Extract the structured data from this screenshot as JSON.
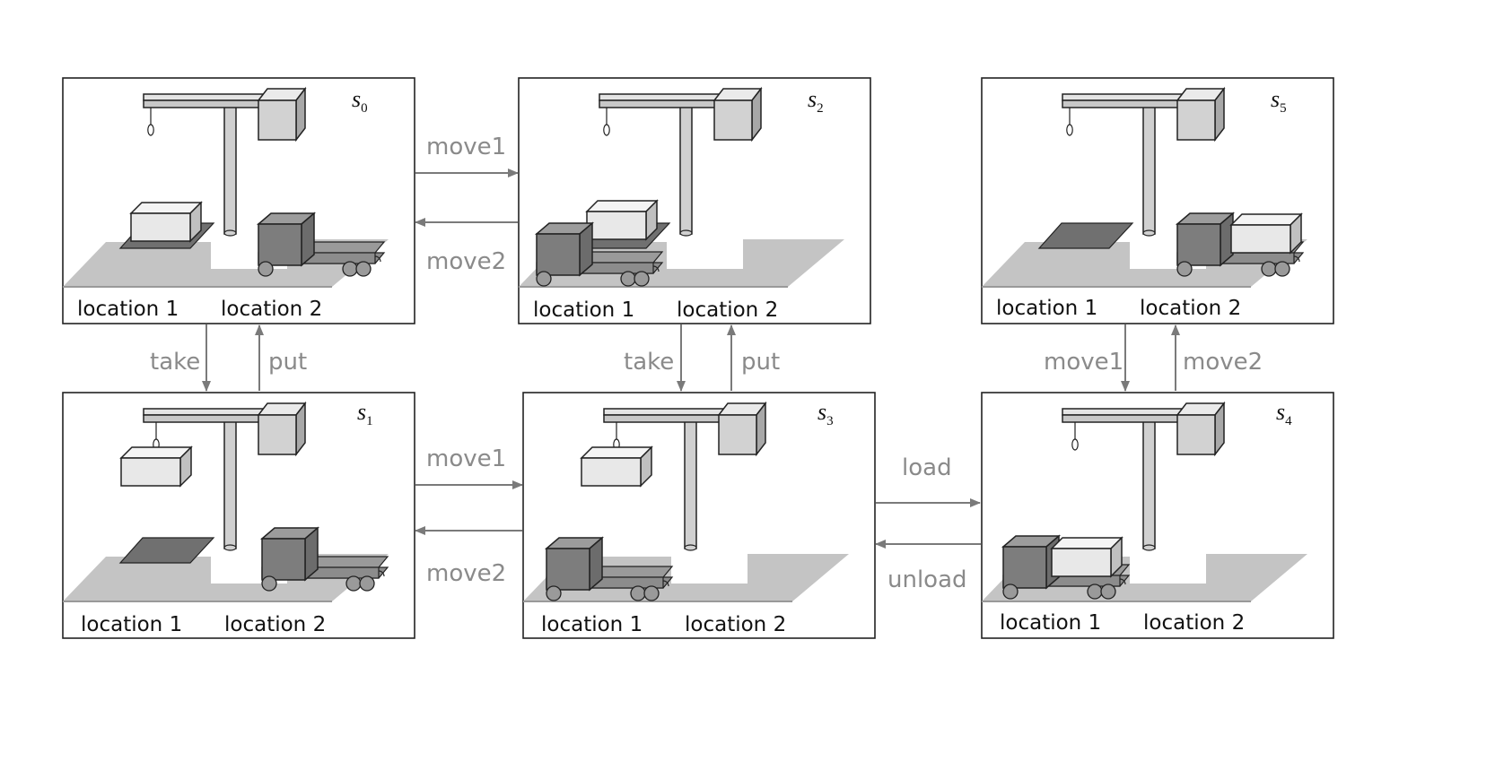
{
  "states": [
    {
      "id": "s0",
      "label": "s",
      "sub": "0",
      "loc1": "location 1",
      "loc2": "location 2"
    },
    {
      "id": "s1",
      "label": "s",
      "sub": "1",
      "loc1": "location 1",
      "loc2": "location 2"
    },
    {
      "id": "s2",
      "label": "s",
      "sub": "2",
      "loc1": "location 1",
      "loc2": "location 2"
    },
    {
      "id": "s3",
      "label": "s",
      "sub": "3",
      "loc1": "location 1",
      "loc2": "location 2"
    },
    {
      "id": "s4",
      "label": "s",
      "sub": "4",
      "loc1": "location 1",
      "loc2": "location 2"
    },
    {
      "id": "s5",
      "label": "s",
      "sub": "5",
      "loc1": "location 1",
      "loc2": "location 2"
    }
  ],
  "actions": {
    "s0_s2": "move1",
    "s2_s0": "move2",
    "s0_s1": "take",
    "s1_s0": "put",
    "s2_s3": "take",
    "s3_s2": "put",
    "s1_s3": "move1",
    "s3_s1": "move2",
    "s3_s4": "load",
    "s4_s3": "unload",
    "s5_s4": "move1",
    "s4_s5": "move2"
  },
  "colors": {
    "arrow": "#7a7a7a",
    "floor": "#c4c4c4",
    "truck": "#7d7d7d",
    "truck_bed": "#8c8c8c",
    "container": "#ececec",
    "pallet": "#707070",
    "crane": "#d0d0d0"
  }
}
